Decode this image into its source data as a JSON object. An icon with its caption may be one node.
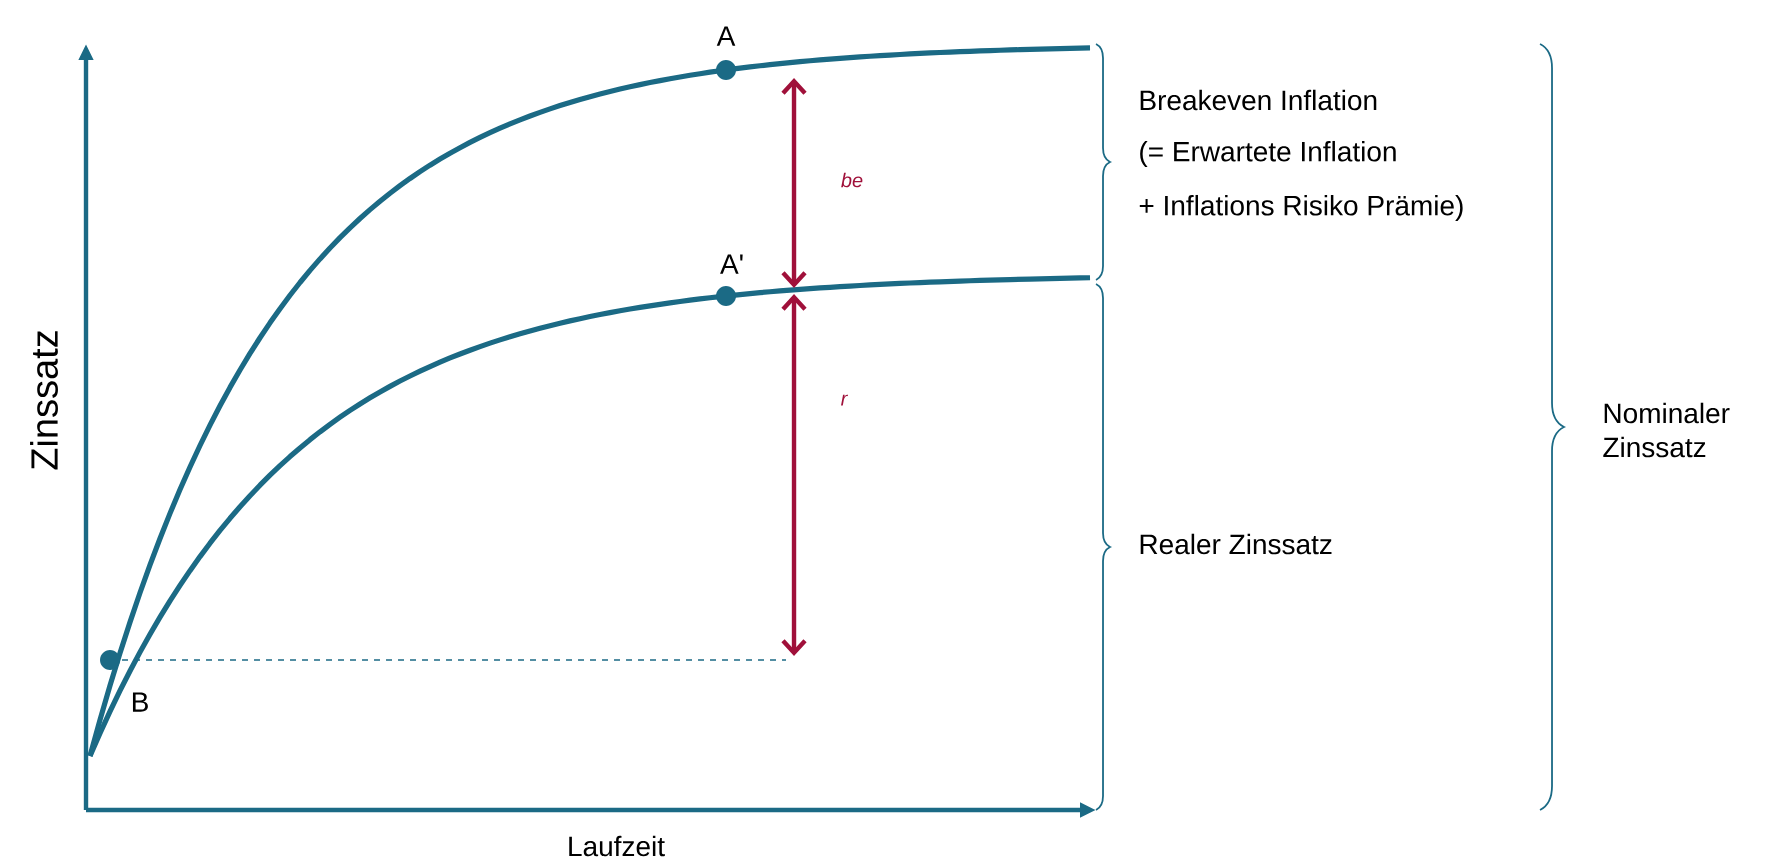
{
  "diagram": {
    "labels": [
      "A",
      "Breakeven Inflation",
      "(= Erwartete Inflation",
      "be",
      "+ Inflations Risiko Prämie)",
      "A'",
      "r",
      "Zinssatz",
      "Nominaler Zinssatz",
      "Realer Zinssatz",
      "B",
      "Laufzeit"
    ]
  }
}
